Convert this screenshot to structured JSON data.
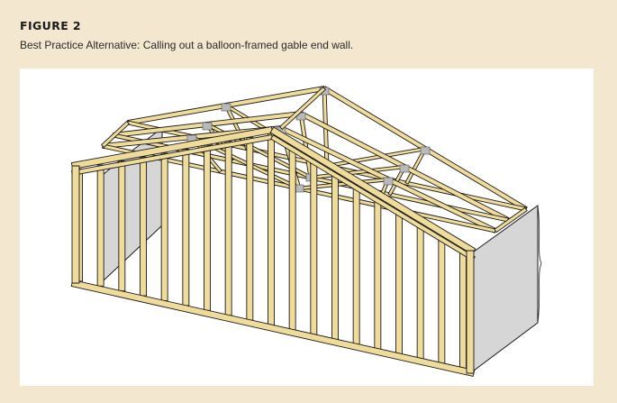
{
  "figure": {
    "label": "FIGURE 2",
    "caption": "Best Practice Alternative: Calling out a balloon-framed gable end wall."
  },
  "illustration": {
    "icon": "gable-end-framing-illustration",
    "colors": {
      "lumber": "#f0dc9a",
      "lumber_edge": "#1a1a1a",
      "sheathing": "#d6d6d6",
      "gusset": "#b9b9b9",
      "panel": "#ffffff",
      "page": "#f3e8cf"
    }
  }
}
